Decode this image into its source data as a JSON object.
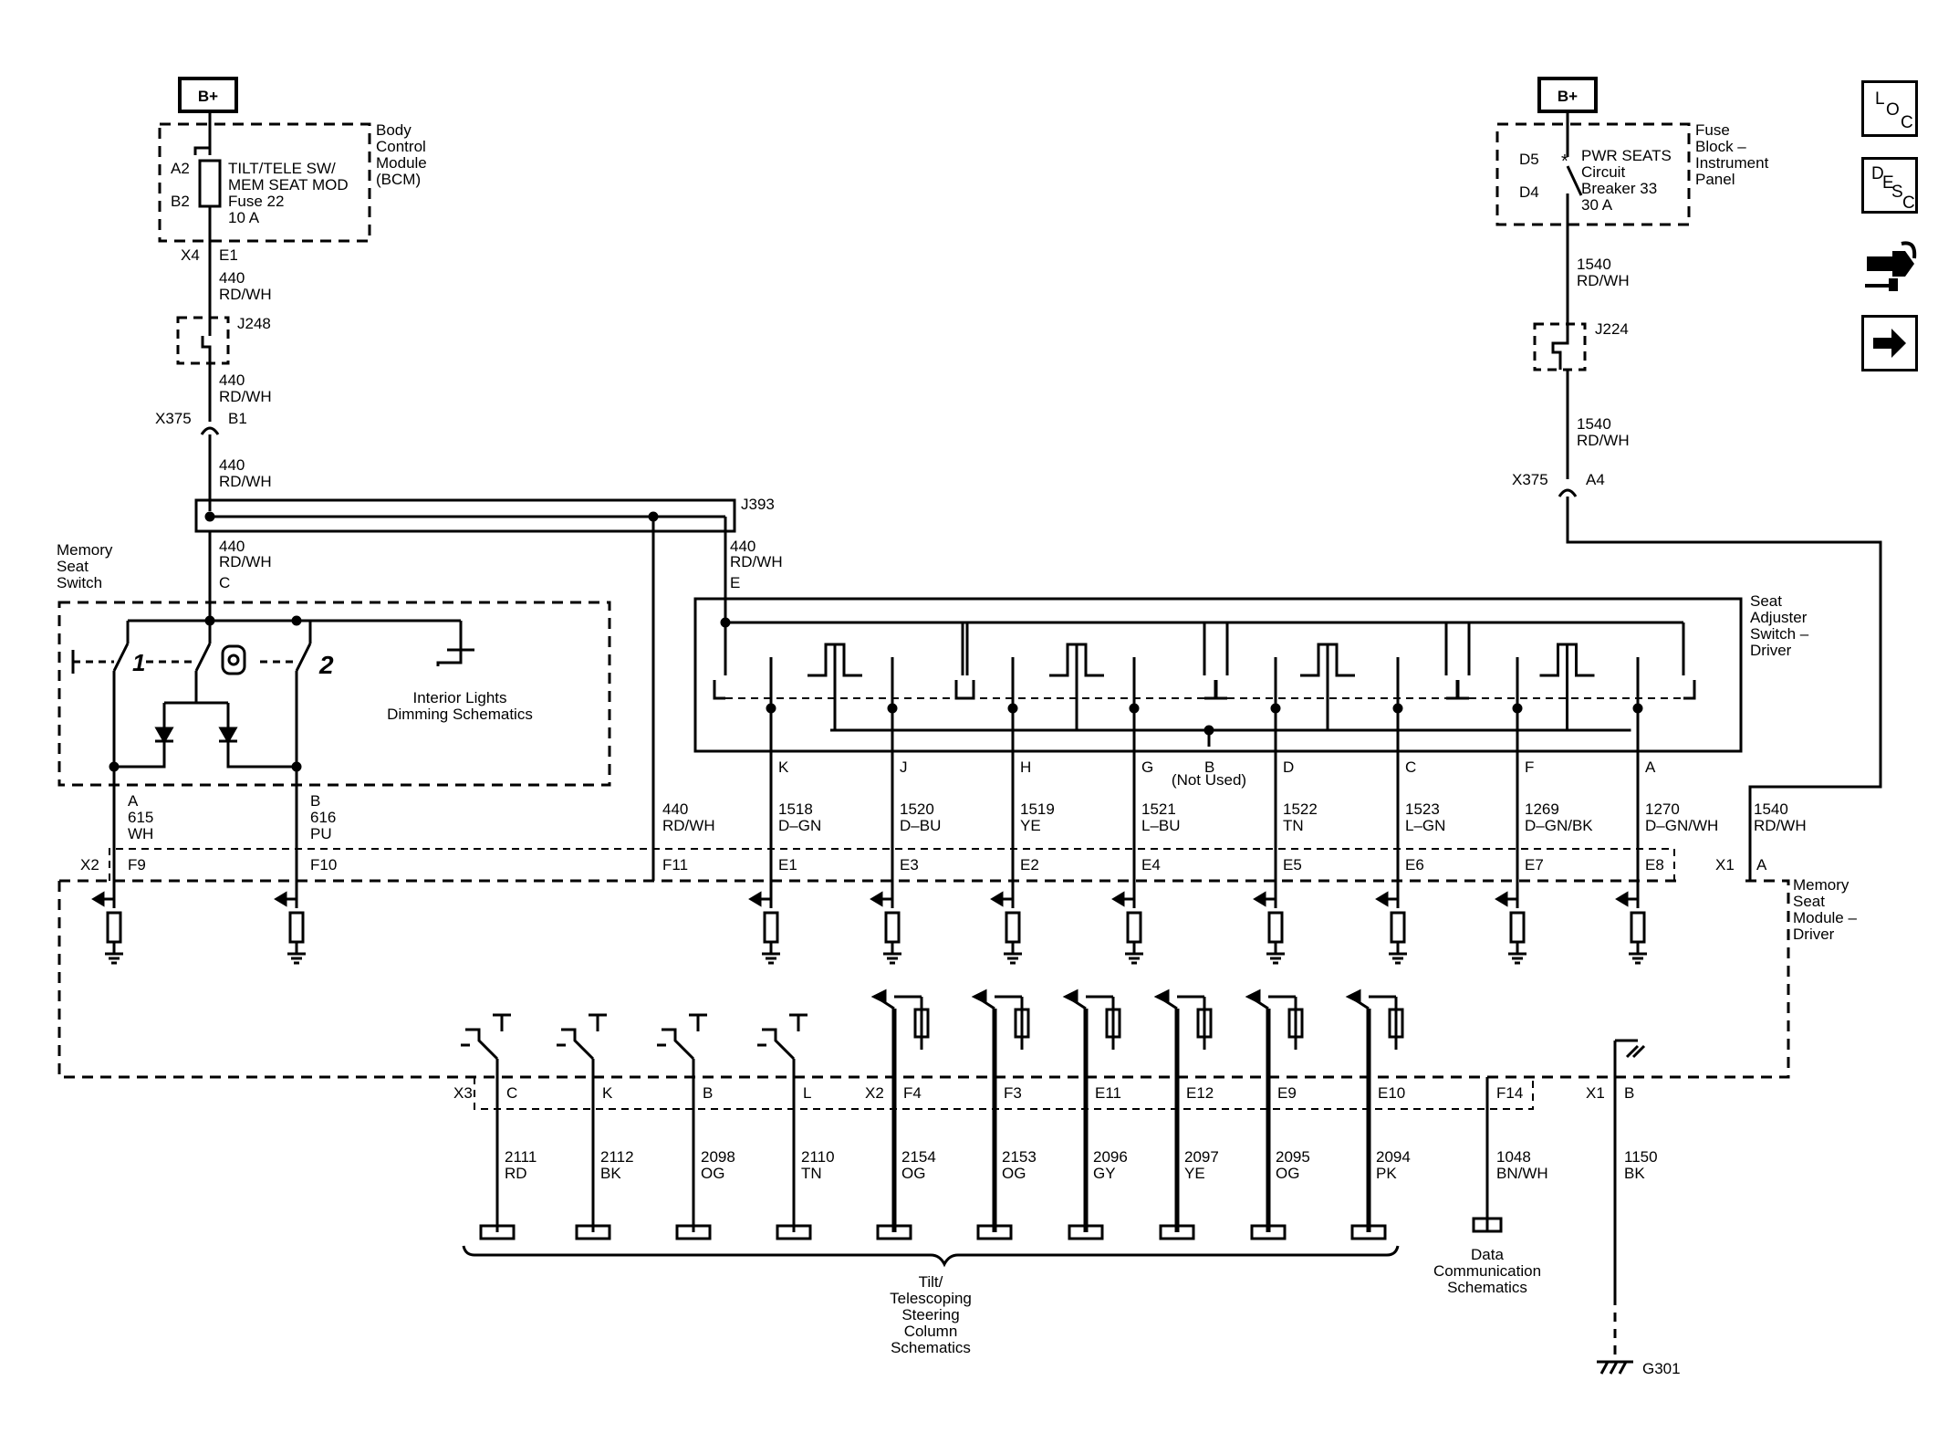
{
  "supplies": {
    "left": "B+",
    "right": "B+"
  },
  "bcm": {
    "title": [
      "Body",
      "Control",
      "Module",
      "(BCM)"
    ],
    "pins": [
      "A2",
      "B2"
    ],
    "fuse": [
      "TILT/TELE SW/",
      "MEM SEAT MOD",
      "Fuse 22",
      "10 A"
    ],
    "connector": "X4",
    "pin": "E1"
  },
  "fuse_block": {
    "title": [
      "Fuse",
      "Block –",
      "Instrument",
      "Panel"
    ],
    "pins": [
      "D5",
      "D4"
    ],
    "breaker": [
      "PWR SEATS",
      "Circuit",
      "Breaker 33",
      "30 A"
    ]
  },
  "wires": {
    "w440": [
      "440",
      "RD/WH"
    ],
    "w1540": [
      "1540",
      "RD/WH"
    ]
  },
  "splices": {
    "j248": "J248",
    "j224": "J224",
    "j393": "J393"
  },
  "inline": {
    "x375": "X375",
    "left_pin": "B1",
    "right_pin": "A4"
  },
  "memory_switch": {
    "title": [
      "Memory",
      "Seat",
      "Switch"
    ],
    "pin": "C",
    "button1": "1",
    "button2": "2",
    "interior_lights": [
      "Interior Lights",
      "Dimming Schematics"
    ],
    "outputs": [
      {
        "pin": "A",
        "circuit": "615",
        "color": "WH",
        "module_pin": "F9"
      },
      {
        "pin": "B",
        "circuit": "616",
        "color": "PU",
        "module_pin": "F10"
      }
    ]
  },
  "seat_adjuster": {
    "title": [
      "Seat",
      "Adjuster",
      "Switch –",
      "Driver"
    ],
    "pin_e": "E",
    "not_used": "(Not Used)",
    "pins": [
      {
        "pin": "K",
        "circuit": "1518",
        "color": "D–GN",
        "module_pin": "E1"
      },
      {
        "pin": "J",
        "circuit": "1520",
        "color": "D–BU",
        "module_pin": "E3"
      },
      {
        "pin": "H",
        "circuit": "1519",
        "color": "YE",
        "module_pin": "E2"
      },
      {
        "pin": "G",
        "circuit": "1521",
        "color": "L–BU",
        "module_pin": "E4"
      },
      {
        "pin": "B",
        "circuit": "",
        "color": "",
        "module_pin": ""
      },
      {
        "pin": "D",
        "circuit": "1522",
        "color": "TN",
        "module_pin": "E5"
      },
      {
        "pin": "C",
        "circuit": "1523",
        "color": "L–GN",
        "module_pin": "E6"
      },
      {
        "pin": "F",
        "circuit": "1269",
        "color": "D–GN/BK",
        "module_pin": "E7"
      },
      {
        "pin": "A",
        "circuit": "1270",
        "color": "D–GN/WH",
        "module_pin": "E8"
      }
    ]
  },
  "module": {
    "title": [
      "Memory",
      "Seat",
      "Module –",
      "Driver"
    ],
    "conn_x2": "X2",
    "conn_x1": "X1",
    "conn_x3": "X3",
    "pin_f11": "F11",
    "pin_a": "A",
    "pin_f14": "F14",
    "pin_b": "B"
  },
  "bottom_wires": [
    {
      "pin": "C",
      "circuit": "2111",
      "color": "RD"
    },
    {
      "pin": "K",
      "circuit": "2112",
      "color": "BK"
    },
    {
      "pin": "B",
      "circuit": "2098",
      "color": "OG"
    },
    {
      "pin": "L",
      "circuit": "2110",
      "color": "TN"
    },
    {
      "pin": "F4",
      "circuit": "2154",
      "color": "OG"
    },
    {
      "pin": "F3",
      "circuit": "2153",
      "color": "OG"
    },
    {
      "pin": "E11",
      "circuit": "2096",
      "color": "GY"
    },
    {
      "pin": "E12",
      "circuit": "2097",
      "color": "YE"
    },
    {
      "pin": "E9",
      "circuit": "2095",
      "color": "OG"
    },
    {
      "pin": "E10",
      "circuit": "2094",
      "color": "PK"
    }
  ],
  "data_wire": {
    "circuit": "1048",
    "color": "BN/WH"
  },
  "ground_wire": {
    "circuit": "1150",
    "color": "BK"
  },
  "refs": {
    "tilt": [
      "Tilt/",
      "Telescoping",
      "Steering",
      "Column",
      "Schematics"
    ],
    "data": [
      "Data",
      "Communication",
      "Schematics"
    ]
  },
  "ground": "G301",
  "nav": {
    "loc": [
      "L",
      "O",
      "C"
    ],
    "desc": [
      "D",
      "E",
      "S",
      "C"
    ],
    "connector_icon": "connector-icon",
    "next_icon": "arrow-right-icon"
  }
}
